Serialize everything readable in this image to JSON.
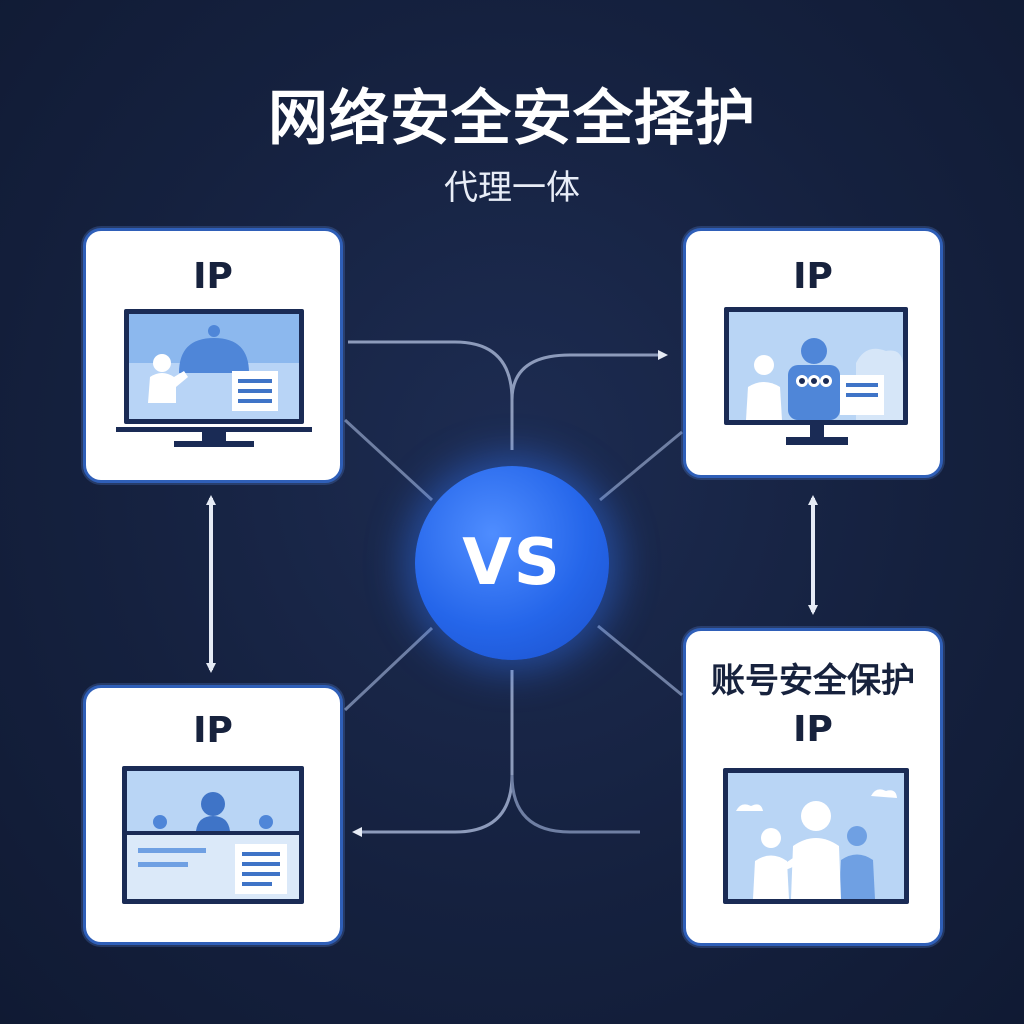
{
  "title": "网络安全安全择护",
  "subtitle": "代理一体",
  "center_label": "VS",
  "cards": {
    "top_left": {
      "label": "IP"
    },
    "top_right": {
      "label": "IP"
    },
    "bottom_left": {
      "label": "IP"
    },
    "bottom_right": {
      "heading": "账号安全保护",
      "label": "IP"
    }
  },
  "colors": {
    "background": "#15213f",
    "card_border": "#2f5fb8",
    "accent_blue": "#2566ea",
    "connector": "#8d9bbb"
  }
}
